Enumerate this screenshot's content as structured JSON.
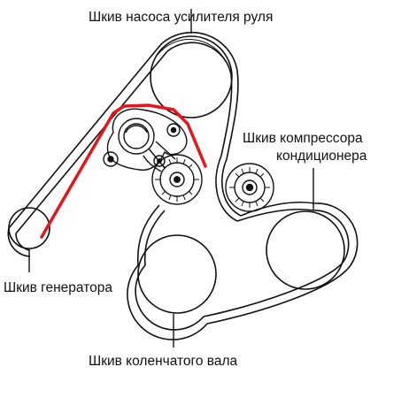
{
  "labels": {
    "power_steering_pulley": "Шкив насоса усилителя руля",
    "ac_compressor_pulley_line1": "Шкив компрессора",
    "ac_compressor_pulley_line2": "кондиционера",
    "generator_pulley": "Шкив генератора",
    "crankshaft_pulley": "Шкив коленчатого вала"
  },
  "colors": {
    "line": "#111111",
    "highlight": "#e8141b",
    "background": "#ffffff"
  }
}
